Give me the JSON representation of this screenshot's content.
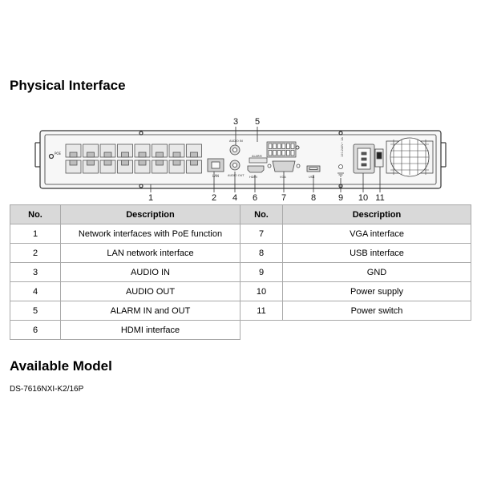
{
  "sections": {
    "physical_interface": "Physical Interface",
    "available_model": "Available Model"
  },
  "model": "DS-7616NXI-K2/16P",
  "device_labels": {
    "callouts": [
      "1",
      "2",
      "3",
      "4",
      "5",
      "6",
      "7",
      "8",
      "9",
      "10",
      "11"
    ],
    "poe": "POE",
    "lan": "LAN",
    "audio_in": "AUDIO IN",
    "audio_out": "AUDIO OUT",
    "alarm": "ALARM",
    "hdmi": "HDMI",
    "vga": "VGA",
    "usb": "USB",
    "power_rating": "100-240V~ 2A"
  },
  "table": {
    "headers": [
      "No.",
      "Description",
      "No.",
      "Description"
    ],
    "rows": [
      {
        "no1": "1",
        "desc1": "Network interfaces with PoE function",
        "no2": "7",
        "desc2": "VGA interface"
      },
      {
        "no1": "2",
        "desc1": "LAN network interface",
        "no2": "8",
        "desc2": "USB interface"
      },
      {
        "no1": "3",
        "desc1": "AUDIO IN",
        "no2": "9",
        "desc2": "GND"
      },
      {
        "no1": "4",
        "desc1": "AUDIO OUT",
        "no2": "10",
        "desc2": "Power supply"
      },
      {
        "no1": "5",
        "desc1": "ALARM IN and OUT",
        "no2": "11",
        "desc2": "Power switch"
      },
      {
        "no1": "6",
        "desc1": "HDMI interface",
        "no2": "",
        "desc2": ""
      }
    ]
  }
}
